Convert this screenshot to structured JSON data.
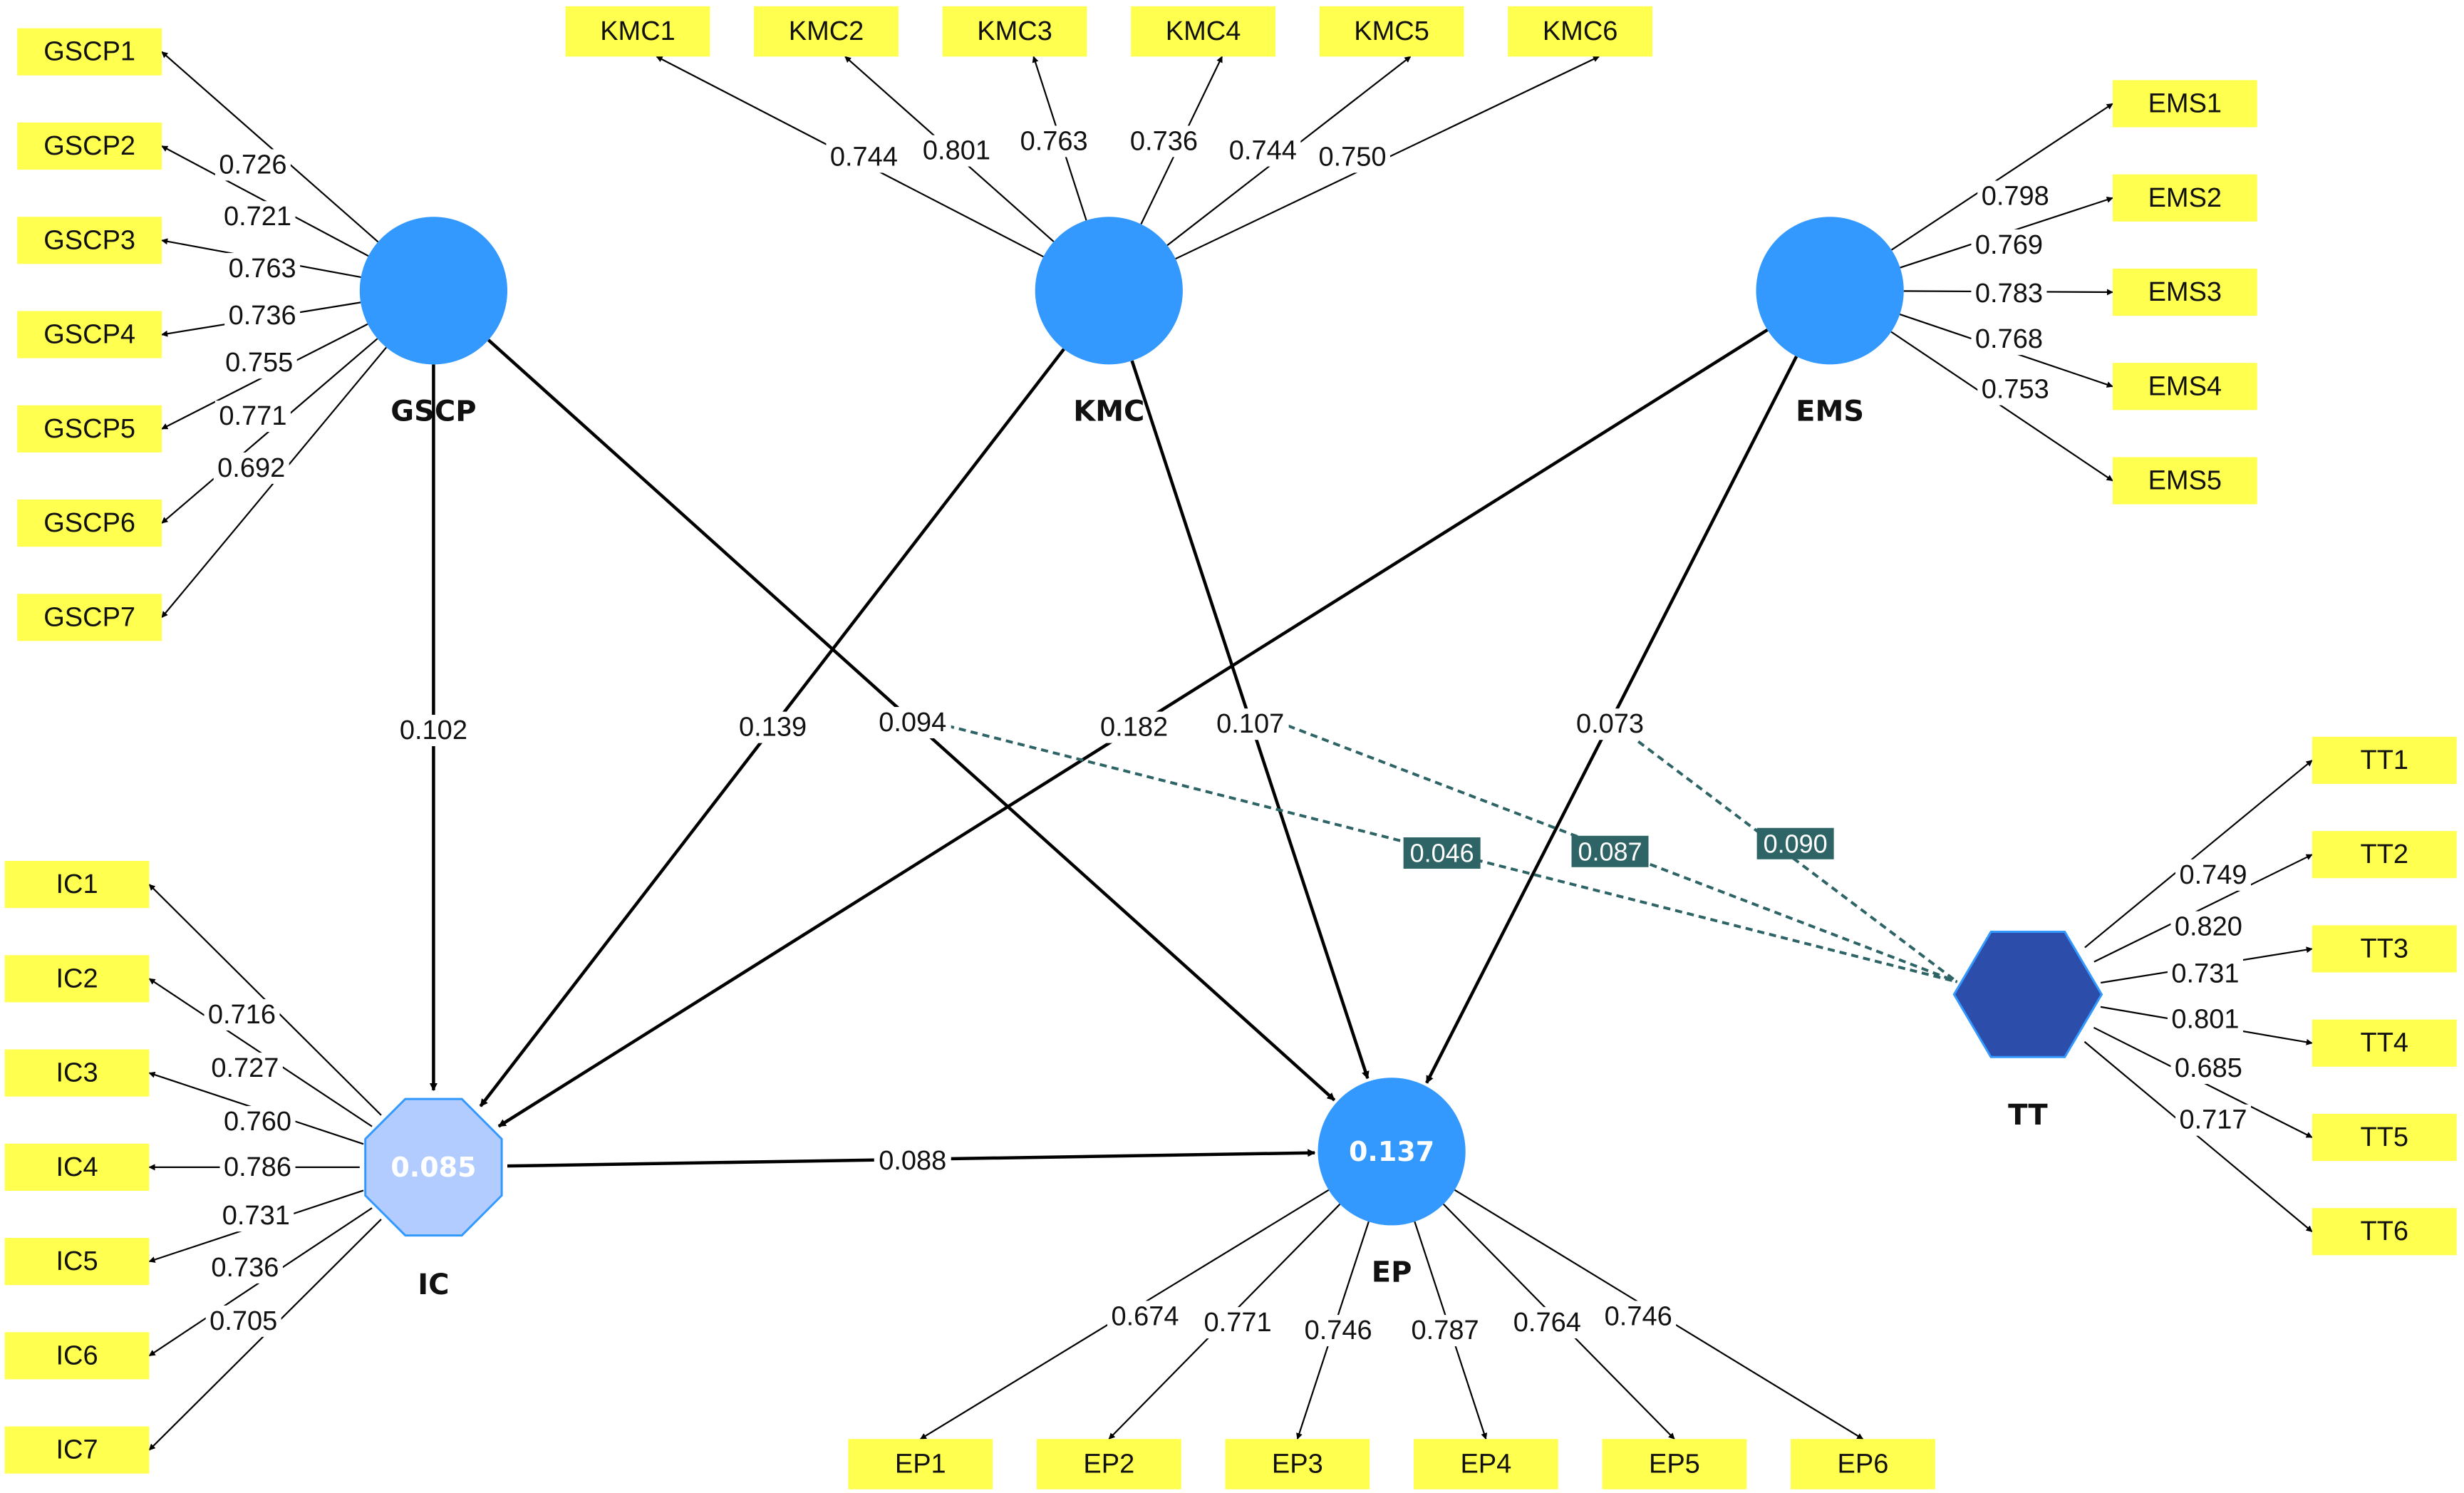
{
  "colors": {
    "construct": "#3399ff",
    "ic_fill": "#b3ccff",
    "tt_fill": "#2c4daa",
    "indicator": "#ffff50",
    "moderation": "#2e6466"
  },
  "constructs": {
    "GSCP": {
      "label": "GSCP",
      "r2": ""
    },
    "KMC": {
      "label": "KMC",
      "r2": ""
    },
    "EMS": {
      "label": "EMS",
      "r2": ""
    },
    "IC": {
      "label": "IC",
      "r2": "0.085"
    },
    "EP": {
      "label": "EP",
      "r2": "0.137"
    },
    "TT": {
      "label": "TT",
      "r2": ""
    }
  },
  "outer_loadings": {
    "GSCP": [
      {
        "indicator": "GSCP1",
        "loading": "0.726"
      },
      {
        "indicator": "GSCP2",
        "loading": "0.721"
      },
      {
        "indicator": "GSCP3",
        "loading": "0.763"
      },
      {
        "indicator": "GSCP4",
        "loading": "0.736"
      },
      {
        "indicator": "GSCP5",
        "loading": "0.755"
      },
      {
        "indicator": "GSCP6",
        "loading": "0.771"
      },
      {
        "indicator": "GSCP7",
        "loading": "0.692"
      }
    ],
    "KMC": [
      {
        "indicator": "KMC1",
        "loading": "0.744"
      },
      {
        "indicator": "KMC2",
        "loading": "0.801"
      },
      {
        "indicator": "KMC3",
        "loading": "0.763"
      },
      {
        "indicator": "KMC4",
        "loading": "0.736"
      },
      {
        "indicator": "KMC5",
        "loading": "0.744"
      },
      {
        "indicator": "KMC6",
        "loading": "0.750"
      }
    ],
    "EMS": [
      {
        "indicator": "EMS1",
        "loading": "0.798"
      },
      {
        "indicator": "EMS2",
        "loading": "0.769"
      },
      {
        "indicator": "EMS3",
        "loading": "0.783"
      },
      {
        "indicator": "EMS4",
        "loading": "0.768"
      },
      {
        "indicator": "EMS5",
        "loading": "0.753"
      }
    ],
    "IC": [
      {
        "indicator": "IC1",
        "loading": "0.716"
      },
      {
        "indicator": "IC2",
        "loading": "0.727"
      },
      {
        "indicator": "IC3",
        "loading": "0.760"
      },
      {
        "indicator": "IC4",
        "loading": "0.786"
      },
      {
        "indicator": "IC5",
        "loading": "0.731"
      },
      {
        "indicator": "IC6",
        "loading": "0.736"
      },
      {
        "indicator": "IC7",
        "loading": "0.705"
      }
    ],
    "EP": [
      {
        "indicator": "EP1",
        "loading": "0.674"
      },
      {
        "indicator": "EP2",
        "loading": "0.771"
      },
      {
        "indicator": "EP3",
        "loading": "0.746"
      },
      {
        "indicator": "EP4",
        "loading": "0.787"
      },
      {
        "indicator": "EP5",
        "loading": "0.764"
      },
      {
        "indicator": "EP6",
        "loading": "0.746"
      }
    ],
    "TT": [
      {
        "indicator": "TT1",
        "loading": "0.749"
      },
      {
        "indicator": "TT2",
        "loading": "0.820"
      },
      {
        "indicator": "TT3",
        "loading": "0.731"
      },
      {
        "indicator": "TT4",
        "loading": "0.801"
      },
      {
        "indicator": "TT5",
        "loading": "0.685"
      },
      {
        "indicator": "TT6",
        "loading": "0.717"
      }
    ]
  },
  "paths": [
    {
      "from": "GSCP",
      "to": "IC",
      "coef": "0.102"
    },
    {
      "from": "GSCP",
      "to": "EP",
      "coef": "0.094"
    },
    {
      "from": "KMC",
      "to": "IC",
      "coef": "0.139"
    },
    {
      "from": "KMC",
      "to": "EP",
      "coef": "0.107"
    },
    {
      "from": "EMS",
      "to": "IC",
      "coef": "0.182"
    },
    {
      "from": "EMS",
      "to": "EP",
      "coef": "0.073"
    },
    {
      "from": "IC",
      "to": "EP",
      "coef": "0.088"
    }
  ],
  "moderations": [
    {
      "moderator": "TT",
      "on_path": "GSCP->EP",
      "coef": "0.046"
    },
    {
      "moderator": "TT",
      "on_path": "KMC->EP",
      "coef": "0.087"
    },
    {
      "moderator": "TT",
      "on_path": "EMS->EP",
      "coef": "0.090"
    }
  ]
}
